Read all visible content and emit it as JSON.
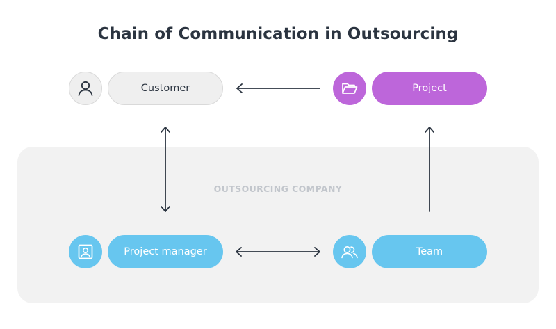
{
  "title": "Chain of Communication in Outsourcing",
  "group_label": "OUTSOURCING COMPANY",
  "nodes": {
    "customer": {
      "label": "Customer",
      "icon": "user-icon"
    },
    "project": {
      "label": "Project",
      "icon": "folder-open-icon"
    },
    "project_manager": {
      "label": "Project manager",
      "icon": "id-card-icon"
    },
    "team": {
      "label": "Team",
      "icon": "users-icon"
    }
  },
  "colors": {
    "title": "#2b3440",
    "grey_node": "#efefef",
    "purple_node": "#bd66da",
    "blue_node": "#67c6ef",
    "arrow": "#2b3440",
    "group_background": "#f2f2f2"
  }
}
